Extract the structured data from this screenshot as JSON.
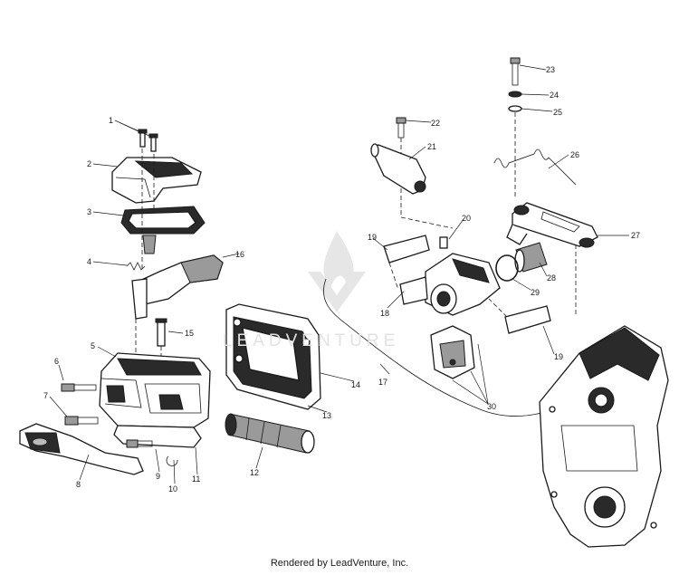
{
  "callouts": [
    {
      "id": "1",
      "text": "1"
    },
    {
      "id": "2",
      "text": "2"
    },
    {
      "id": "3",
      "text": "3"
    },
    {
      "id": "4",
      "text": "4"
    },
    {
      "id": "5",
      "text": "5"
    },
    {
      "id": "6",
      "text": "6"
    },
    {
      "id": "7",
      "text": "7"
    },
    {
      "id": "8",
      "text": "8"
    },
    {
      "id": "9",
      "text": "9"
    },
    {
      "id": "10",
      "text": "10"
    },
    {
      "id": "11",
      "text": "11"
    },
    {
      "id": "12",
      "text": "12"
    },
    {
      "id": "13",
      "text": "13"
    },
    {
      "id": "14",
      "text": "14"
    },
    {
      "id": "15",
      "text": "15"
    },
    {
      "id": "16",
      "text": "16"
    },
    {
      "id": "17",
      "text": "17"
    },
    {
      "id": "18",
      "text": "18"
    },
    {
      "id": "19a",
      "text": "19"
    },
    {
      "id": "19b",
      "text": "19"
    },
    {
      "id": "20",
      "text": "20"
    },
    {
      "id": "21",
      "text": "21"
    },
    {
      "id": "22",
      "text": "22"
    },
    {
      "id": "23",
      "text": "23"
    },
    {
      "id": "24",
      "text": "24"
    },
    {
      "id": "25",
      "text": "25"
    },
    {
      "id": "26",
      "text": "26"
    },
    {
      "id": "27",
      "text": "27"
    },
    {
      "id": "28",
      "text": "28"
    },
    {
      "id": "29",
      "text": "29"
    },
    {
      "id": "30",
      "text": "30"
    }
  ],
  "watermark": "LEADVENTURE",
  "credit": "Rendered by LeadVenture, Inc."
}
